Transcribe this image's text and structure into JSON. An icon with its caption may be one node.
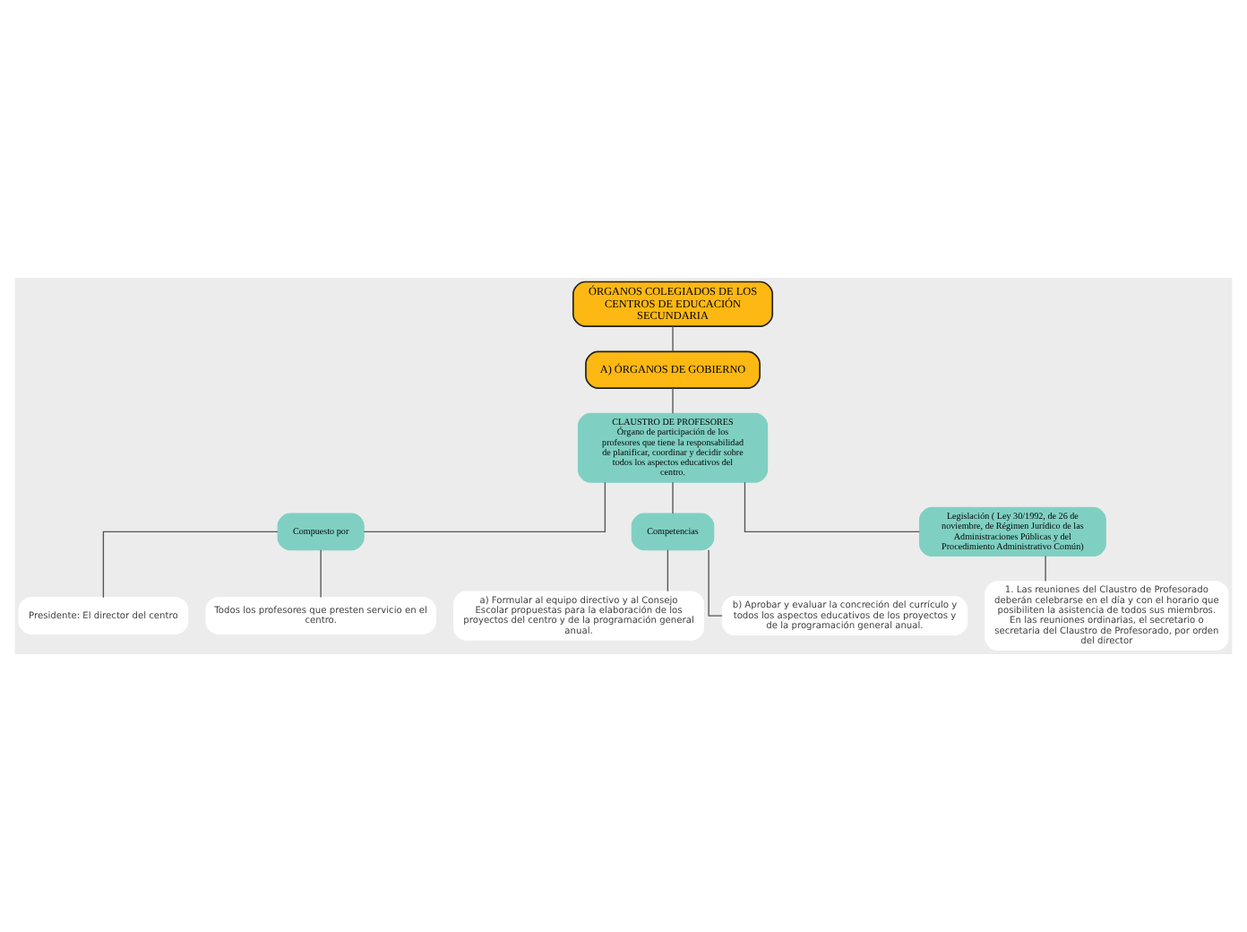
{
  "diagram": {
    "nodes": [
      {
        "text": [
          "ÓRGANOS COLEGIADOS DE LOS CENTROS DE EDUCACIÓN SECUNDARIA"
        ]
      },
      {
        "text": [
          "A) ÓRGANOS DE GOBIERNO"
        ]
      },
      {
        "text": [
          "CLAUSTRO DE PROFESORES",
          "Órgano de participación de los profesores que tiene la responsabilidad de planificar, coordinar y decidir sobre todos los aspectos educativos del centro."
        ]
      },
      {
        "text": [
          "Compuesto por"
        ]
      },
      {
        "text": [
          "Competencias"
        ]
      },
      {
        "text": [
          "Legislación ( Ley 30/1992, de 26 de noviembre, de Régimen Jurídico de las Administraciones Públicas y del Procedimiento Administrativo Común)"
        ]
      },
      {
        "text": [
          "Presidente: El director del centro"
        ]
      },
      {
        "text": [
          "Todos los profesores que presten servicio en el centro."
        ]
      },
      {
        "text": [
          "a) Formular al equipo directivo y al Consejo Escolar propuestas para la elaboración de los proyectos del centro y de la programación general anual."
        ]
      },
      {
        "text": [
          "b) Aprobar y evaluar la concreción del currículo y todos los aspectos educativos de los proyectos y de la programación general anual."
        ]
      },
      {
        "text": [
          "1. Las reuniones del Claustro de Profesorado deberán celebrarse en el día y con el horario que posibiliten la asistencia de todos sus miembros. En las reuniones ordinarias, el secretario o secretaria del Claustro de Profesorado, por orden del director"
        ]
      }
    ],
    "edges": [
      {
        "from": 0,
        "to": 1,
        "arrow": "none"
      },
      {
        "from": 1,
        "to": 2,
        "arrow": "none"
      },
      {
        "from": 2,
        "to": 3,
        "arrow": "none"
      },
      {
        "from": 2,
        "to": 4,
        "arrow": "none"
      },
      {
        "from": 2,
        "to": 5,
        "arrow": "none"
      },
      {
        "from": 3,
        "to": 6,
        "arrow": "none"
      },
      {
        "from": 3,
        "to": 7,
        "arrow": "none"
      },
      {
        "from": 4,
        "to": 8,
        "arrow": "none"
      },
      {
        "from": 4,
        "to": 9,
        "arrow": "none"
      },
      {
        "from": 5,
        "to": 10,
        "arrow": "none"
      }
    ]
  }
}
